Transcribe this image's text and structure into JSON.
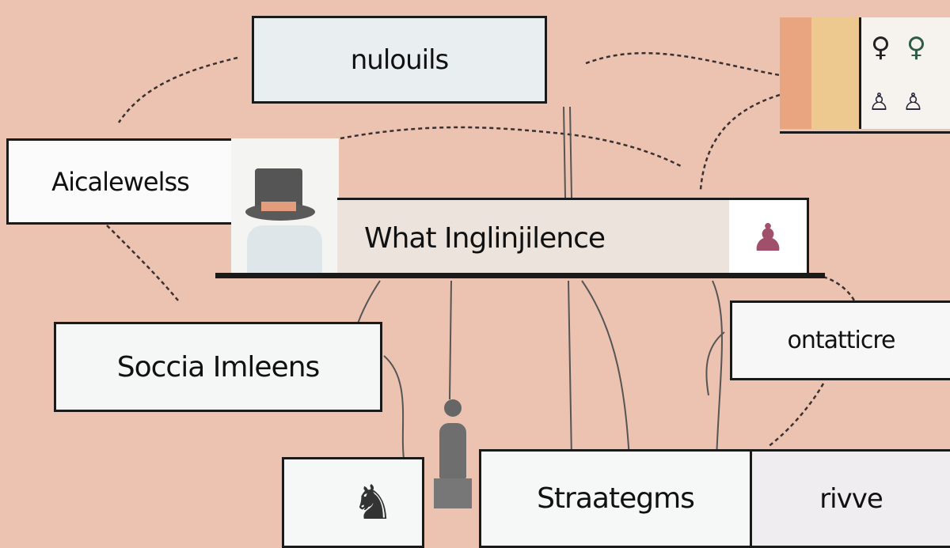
{
  "nodes": {
    "top": "nulouils",
    "left": "Aicalewelss",
    "center": "What Inglinjilence",
    "right": "ontatticre",
    "left_lower": "Soccia Imleens",
    "bottom_center": "Straategms",
    "bottom_right": "rivve"
  },
  "icons": [
    "top-hat-figure-icon",
    "person-icon",
    "pedestal-figure-icon",
    "chess-piece-icon",
    "people-grid-icon"
  ],
  "colors": {
    "background": "#ecc2b1",
    "box": "#f3f4f4",
    "border": "#1a1a1a",
    "accent_orange": "#e9a57f",
    "accent_yellow": "#eec98f"
  }
}
